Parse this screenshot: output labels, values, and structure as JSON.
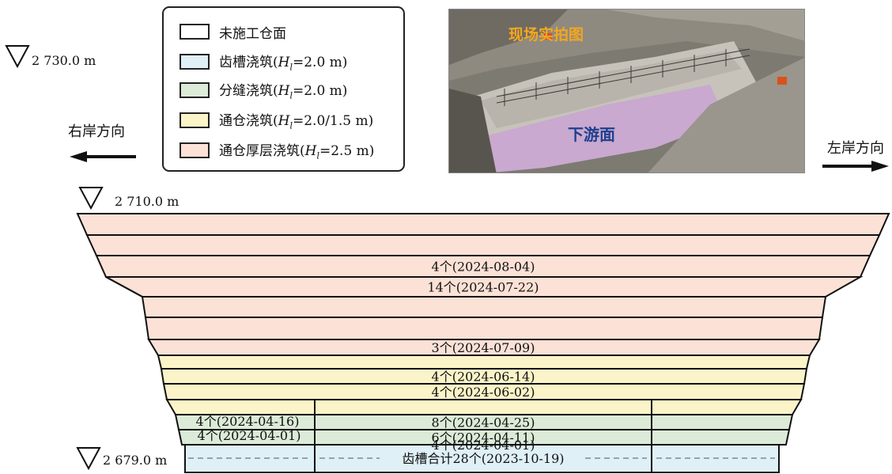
{
  "legend": {
    "items": [
      {
        "prefix": "未施工仓面",
        "suffix": "",
        "color": "#ffffff"
      },
      {
        "prefix": "齿槽浇筑(",
        "suffix": "=2.0 m)",
        "color": "#dff0f7"
      },
      {
        "prefix": "分缝浇筑(",
        "suffix": "=2.0 m)",
        "color": "#dcebd8"
      },
      {
        "prefix": "通仓浇筑(",
        "suffix": "=2.0/1.5 m)",
        "color": "#fbf4c8"
      },
      {
        "prefix": "通仓厚层浇筑(",
        "suffix": "=2.5 m)",
        "color": "#fbe1d6"
      }
    ],
    "layer_symbol": "H",
    "layer_subscript": "l"
  },
  "photo": {
    "caption": "现场实拍图",
    "face_label": "下游面",
    "caption_color": "#f3a61f",
    "face_label_color": "#1f3f8f"
  },
  "elevations": {
    "top": "2 730.0 m",
    "middle": "2 710.0 m",
    "bottom": "2 679.0 m"
  },
  "directions": {
    "right_bank": "右岸方向",
    "left_bank": "左岸方向"
  },
  "layers": [
    {
      "type": "thick",
      "label": ""
    },
    {
      "type": "thick",
      "label": ""
    },
    {
      "type": "thick",
      "label": "4个(2024-08-04)"
    },
    {
      "type": "thick",
      "label": "14个(2024-07-22)"
    },
    {
      "type": "thick",
      "label": ""
    },
    {
      "type": "thick",
      "label": ""
    },
    {
      "type": "thick",
      "label": "3个(2024-07-09)"
    },
    {
      "type": "full",
      "label": ""
    },
    {
      "type": "full",
      "label": "4个(2024-06-14)"
    },
    {
      "type": "full",
      "label": "4个(2024-06-02)"
    },
    {
      "type": "full",
      "label": ""
    },
    {
      "type": "joint",
      "label": "8个(2024-04-25)"
    },
    {
      "type": "joint",
      "label": "6个(2024-04-11)"
    },
    {
      "type": "joint",
      "label": "4个(2024-04-01)"
    }
  ],
  "joint_left_labels": [
    "4个(2024-04-16)",
    "4个(2024-04-01)"
  ],
  "trench_label": "齿槽合计28个(2023-10-19)",
  "colors": {
    "thick": "#fbe1d6",
    "full": "#fbf4c8",
    "joint": "#dcebd8",
    "trench": "#dff0f7"
  }
}
